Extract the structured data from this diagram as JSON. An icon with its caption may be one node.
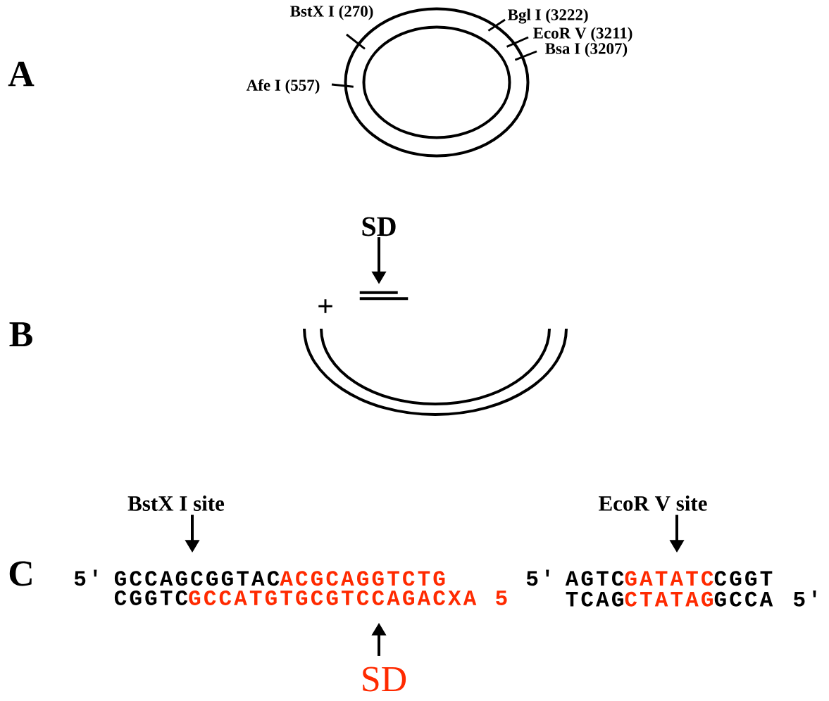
{
  "diagram": {
    "nodes": [
      {
        "text": [],
        "shape": "circle"
      },
      {
        "text": [
          "BstX I (270)"
        ]
      },
      {
        "text": [
          "Bgl I (3222)"
        ]
      },
      {
        "text": [
          "EcoR V (3211)"
        ]
      },
      {
        "text": [
          "Bsa I (3207)"
        ]
      },
      {
        "text": [
          "Afe I (557)"
        ]
      },
      {
        "text": [
          "SD"
        ]
      },
      {
        "text": [],
        "shape": "bar"
      },
      {
        "text": [
          "BstX I site"
        ]
      },
      {
        "text": [
          "5′",
          "GCCAGCGGTAC",
          "ACGCAGGTCTG",
          "CGGTC",
          "GCCATGTGCGTCCAGACXA",
          "5"
        ]
      },
      {
        "text": [
          "SD"
        ]
      },
      {
        "text": [
          "EcoR V site"
        ]
      },
      {
        "text": [
          "5′",
          "AGTC",
          "GATATC",
          "CGGT",
          "TCAG",
          "CTATAG",
          "GCCA",
          "5′"
        ]
      }
    ],
    "edges": [
      {
        "from": 1,
        "to": 0,
        "arrow": "none"
      },
      {
        "from": 2,
        "to": 0,
        "arrow": "none"
      },
      {
        "from": 3,
        "to": 0,
        "arrow": "none"
      },
      {
        "from": 4,
        "to": 0,
        "arrow": "none"
      },
      {
        "from": 5,
        "to": 0,
        "arrow": "none"
      },
      {
        "from": 6,
        "to": 7,
        "arrow": "to"
      },
      {
        "from": 8,
        "to": 9,
        "arrow": "to"
      },
      {
        "from": 10,
        "to": 9,
        "arrow": "to"
      },
      {
        "from": 11,
        "to": 12,
        "arrow": "to"
      }
    ],
    "labels": [
      "A",
      "B",
      "+",
      "C"
    ]
  }
}
